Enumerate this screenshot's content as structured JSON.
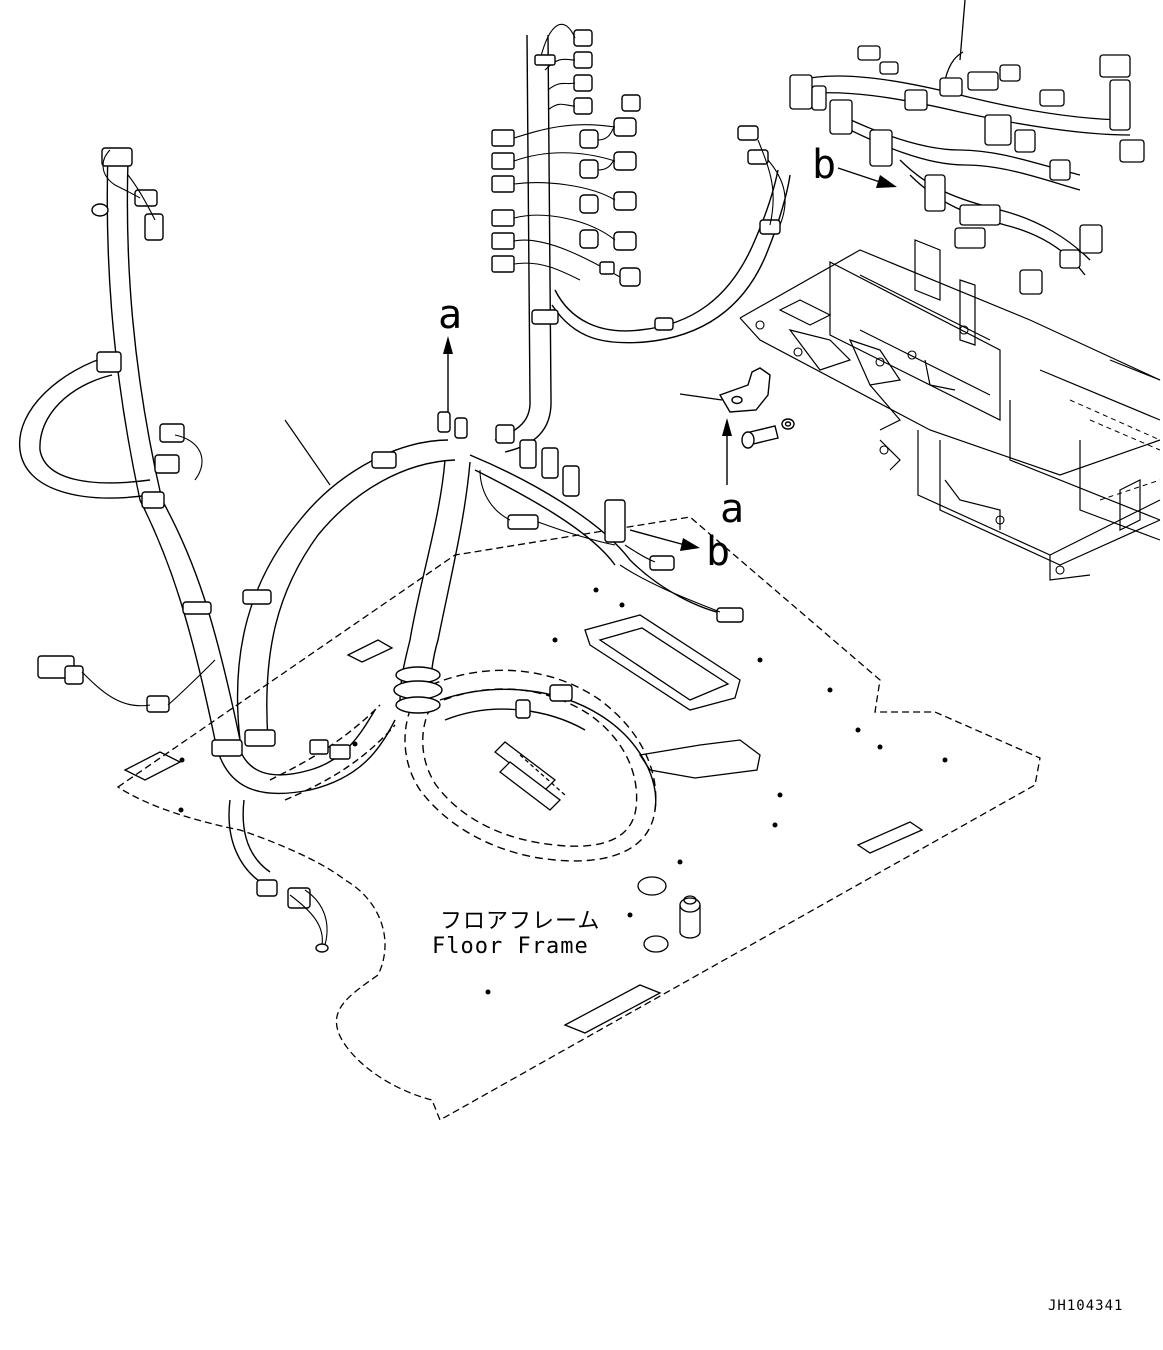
{
  "callouts": {
    "a_top": "a",
    "a_right": "a",
    "b_left": "b",
    "b_right": "b"
  },
  "floor_frame": {
    "label_ja": "フロアフレーム",
    "label_en": "Floor Frame"
  },
  "drawing_code": "JH104341",
  "colors": {
    "line": "#000000",
    "background": "#ffffff"
  }
}
